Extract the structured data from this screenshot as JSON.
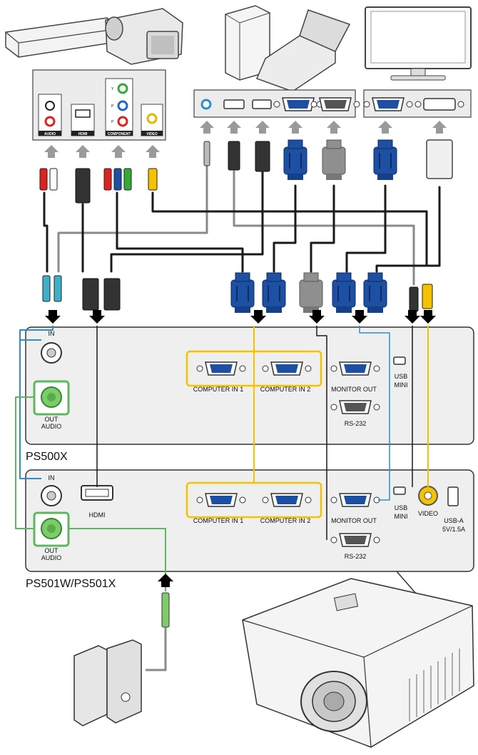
{
  "source_panel": {
    "audio": "AUDIO",
    "hdmi": "HDMI",
    "component": "COMPONENT",
    "video": "VIDEO",
    "y": "Y",
    "pb": "P",
    "pr": "P"
  },
  "models": {
    "top": "PS500X",
    "bottom": "PS501W/PS501X"
  },
  "ports": {
    "audio_in": "IN",
    "audio_out_top": "AUDIO",
    "audio_out_bottom": "OUT",
    "hdmi": "HDMI",
    "computer_in_1": "COMPUTER IN 1",
    "computer_in_2": "COMPUTER IN 2",
    "monitor_out": "MONITOR OUT",
    "rs232": "RS-232",
    "mini_usb_top": "MINI",
    "mini_usb_bottom": "USB",
    "video": "VIDEO",
    "usb_a": "USB-A",
    "usb_a_power": "5V/1.5A"
  },
  "colors": {
    "vga_blue": "#1d4fa3",
    "green_audio": "#5cb85c",
    "yellow_video": "#f5c200",
    "cyan_cable": "#2a8fd0",
    "cable": "#1a1a1a",
    "gray_cable": "#8a8a8a",
    "panel": "#efefef"
  }
}
